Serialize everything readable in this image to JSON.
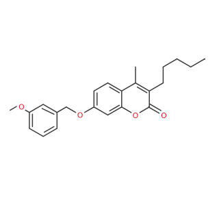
{
  "molecule": {
    "atoms": {
      "ring_oxygen": "O",
      "carbonyl_oxygen": "O",
      "ether_oxygen": "O",
      "methoxy_oxygen": "O"
    },
    "colors": {
      "bond": "#3c3c3c",
      "oxygen": "#e8212a",
      "background": "#ffffff"
    }
  }
}
